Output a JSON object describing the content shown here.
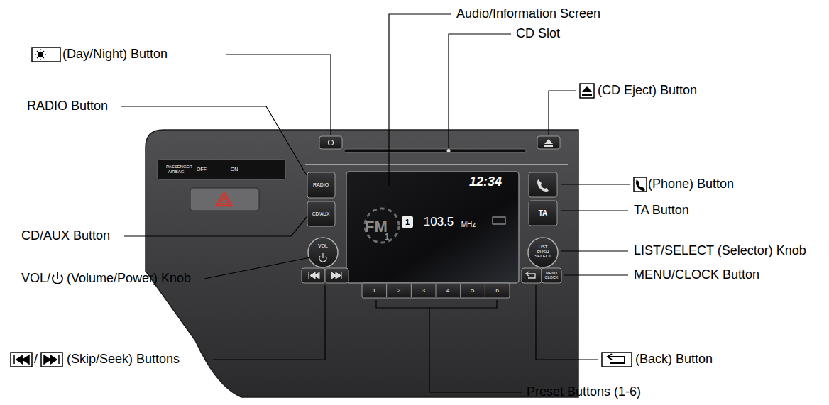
{
  "diagram": {
    "labels": [
      "Audio/Information Screen",
      "CD Slot",
      "(Day/Night) Button",
      "(CD Eject) Button",
      "RADIO Button",
      "PASSENGER AIRBAG",
      "OFF",
      "ON",
      "RADIO",
      "12:34",
      "(Phone) Button",
      "TA",
      "TA Button",
      "FM",
      "1",
      "1",
      "103.5",
      "MHz",
      "CD/AUX",
      "CD/AUX Button",
      "VOL",
      "LIST PUSH SELECT",
      "LIST/SELECT (Selector) Knob",
      "MENU CLOCK",
      "MENU/CLOCK Button",
      "VOL/",
      "(Volume/Power) Knob",
      "1",
      "2",
      "3",
      "4",
      "5",
      "6",
      "/",
      "(Skip/Seek) Buttons",
      "(Back) Button",
      "Preset Buttons (1-6)"
    ]
  }
}
